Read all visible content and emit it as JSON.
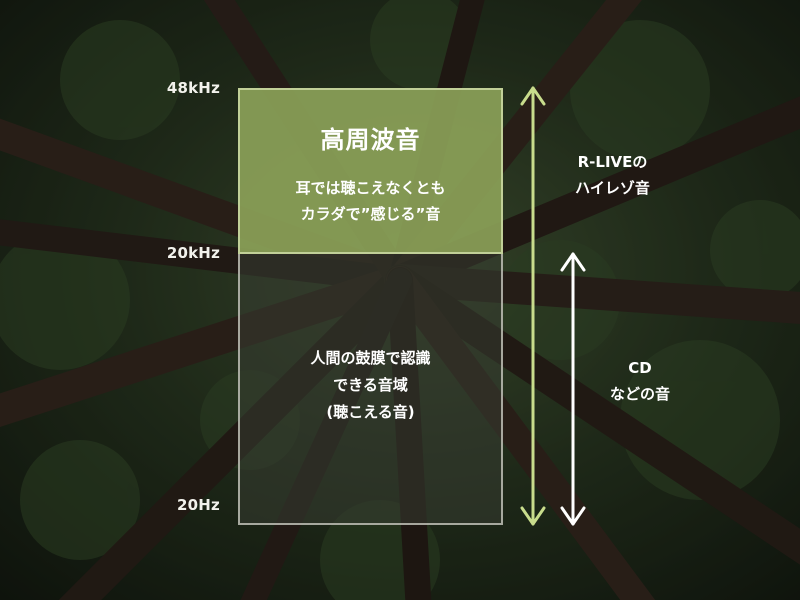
{
  "frequency_labels": {
    "top": "48kHz",
    "middle": "20kHz",
    "bottom": "20Hz"
  },
  "high_band": {
    "title": "高周波音",
    "description_lines": [
      "耳では聴こえなくとも",
      "カラダで”感じる”音"
    ]
  },
  "audible_band": {
    "description_lines": [
      "人間の鼓膜で認識",
      "できる音域",
      "(聴こえる音)"
    ]
  },
  "hires_range": {
    "label_lines": [
      "R-LIVEの",
      "ハイレゾ音"
    ]
  },
  "cd_range": {
    "label_lines": [
      "CD",
      "などの音"
    ]
  },
  "colors": {
    "high_band_fill": "#8BA158",
    "hires_arrow": "#C8DC8C",
    "cd_arrow": "#FFFFFF"
  }
}
